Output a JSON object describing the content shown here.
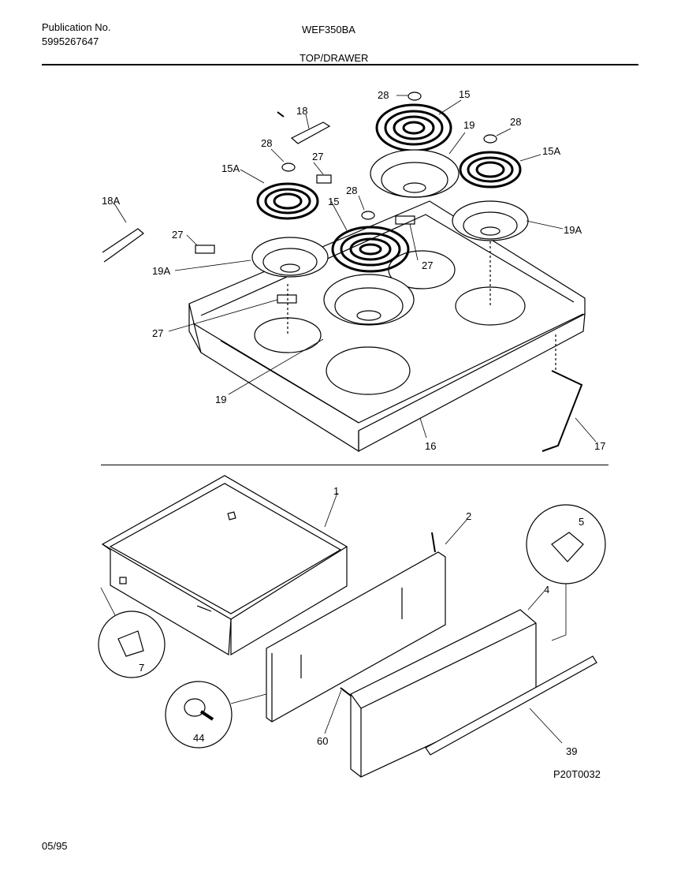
{
  "header": {
    "publication_label": "Publication No.",
    "publication_number": "5995267647",
    "model": "WEF350BA",
    "section": "TOP/DRAWER"
  },
  "footer": {
    "date": "05/95",
    "drawing_code": "P20T0032"
  },
  "callouts": {
    "c28a": "28",
    "c15a": "15",
    "c19a": "19",
    "c28b": "28",
    "c15Ab": "15A",
    "c18": "18",
    "c28c": "28",
    "c27a": "27",
    "c15Aa": "15A",
    "c18A": "18A",
    "c28d": "28",
    "c15b": "15",
    "c27b": "27",
    "c27c": "27",
    "c19Aa": "19A",
    "c19Ab": "19A",
    "c27d": "27",
    "c19b": "19",
    "c16": "16",
    "c17": "17",
    "c1": "1",
    "c2": "2",
    "c5": "5",
    "c4": "4",
    "c7": "7",
    "c44": "44",
    "c60": "60",
    "c39": "39"
  }
}
